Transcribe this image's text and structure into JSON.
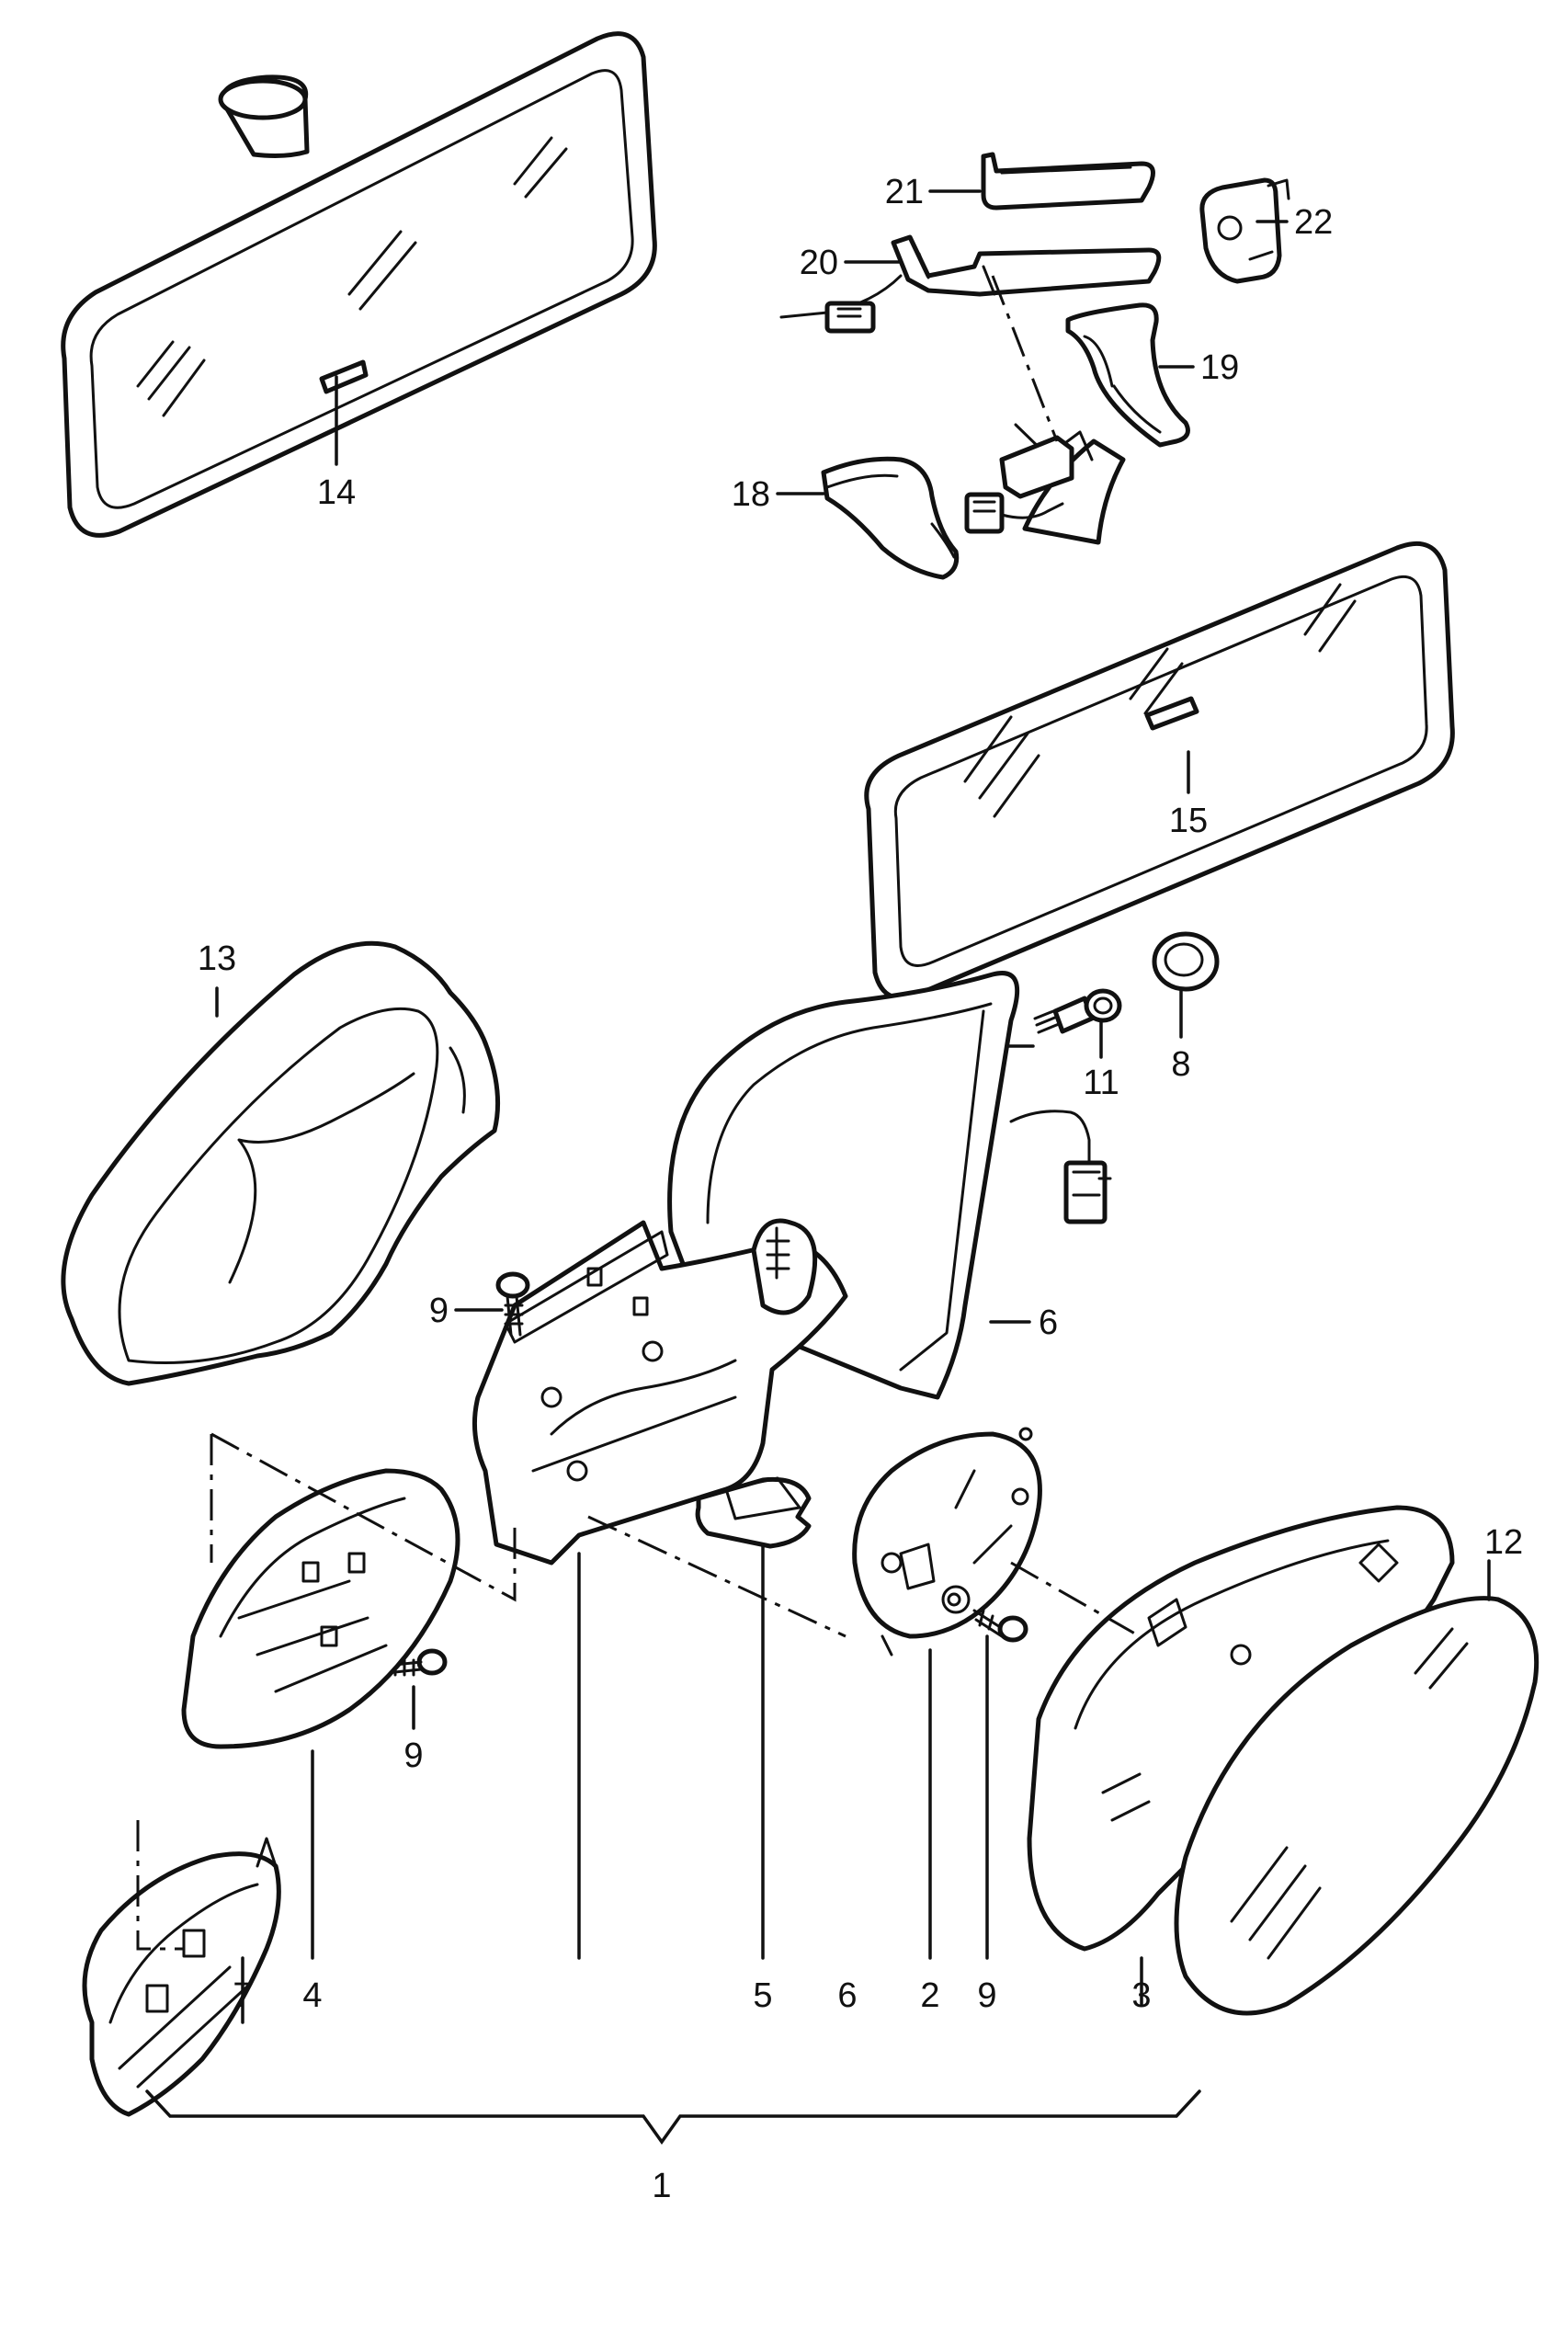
{
  "callouts": {
    "c1": "1",
    "c2": "2",
    "c3": "3",
    "c4": "4",
    "c5": "5",
    "c6_bottom": "6",
    "c6_side": "6",
    "c7": "7",
    "c8": "8",
    "c9_top": "9",
    "c9_mid": "9",
    "c9_bottom": "9",
    "c11": "11",
    "c12": "12",
    "c13": "13",
    "c14": "14",
    "c15": "15",
    "c18": "18",
    "c19": "19",
    "c20": "20",
    "c21": "21",
    "c22": "22"
  }
}
